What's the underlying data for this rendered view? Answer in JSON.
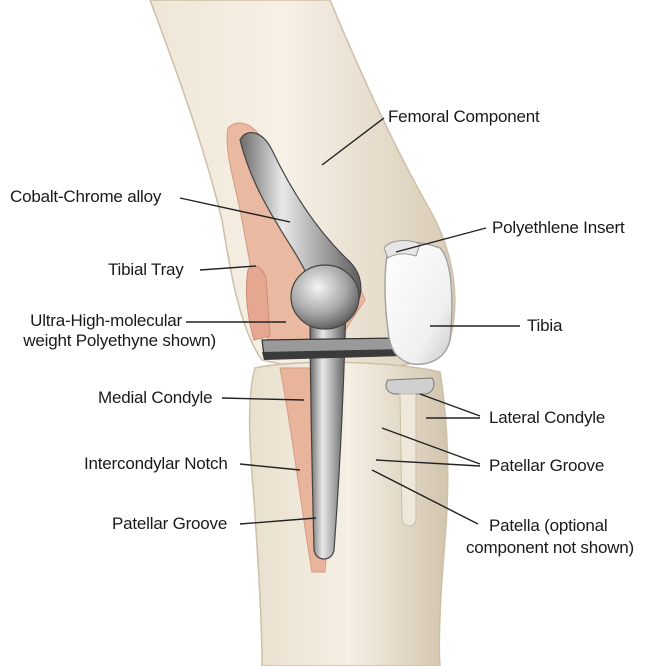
{
  "colors": {
    "bone_light": "#f3ece0",
    "bone_mid": "#e6dccb",
    "bone_shadow": "#cfc2ad",
    "cement_pink": "#e8b8a0",
    "metal_light": "#f2f2f2",
    "metal_mid": "#a8a8a8",
    "metal_dark": "#555555",
    "poly_white": "#fafafa",
    "leader_line": "#222222"
  },
  "labels": {
    "femoral_component": "Femoral Component",
    "cobalt_chrome": "Cobalt-Chrome alloy",
    "polyethylene_insert": "Polyethlene Insert",
    "tibial_tray": "Tibial Tray",
    "tibia": "Tibia",
    "uhmw_line1": "Ultra-High-molecular",
    "uhmw_line2": "weight Polyethyne shown)",
    "medial_condyle": "Medial Condyle",
    "lateral_condyle": "Lateral Condyle",
    "intercondylar_notch": "Intercondylar Notch",
    "patellar_groove_right": "Patellar Groove",
    "patellar_groove_left": "Patellar Groove",
    "patella_line1": "Patella (optional",
    "patella_line2": "component not shown)"
  }
}
